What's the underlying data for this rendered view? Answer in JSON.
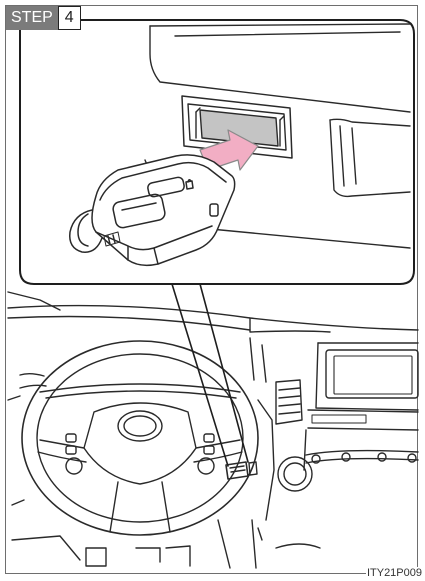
{
  "step": {
    "word": "STEP",
    "number": "4"
  },
  "figure_code": "ITY21P009",
  "colors": {
    "arrow_fill": "#f2aec4",
    "arrow_stroke": "#8a8a8a",
    "line": "#2a2a2a",
    "callout_frame": "#1e1e1e",
    "step_badge": "#7b7b7b",
    "slot_insert": "#c4c4c4"
  },
  "icons": [
    "smart-key-fob",
    "insert-arrow",
    "key-slot",
    "steering-wheel",
    "instrument-panel"
  ]
}
